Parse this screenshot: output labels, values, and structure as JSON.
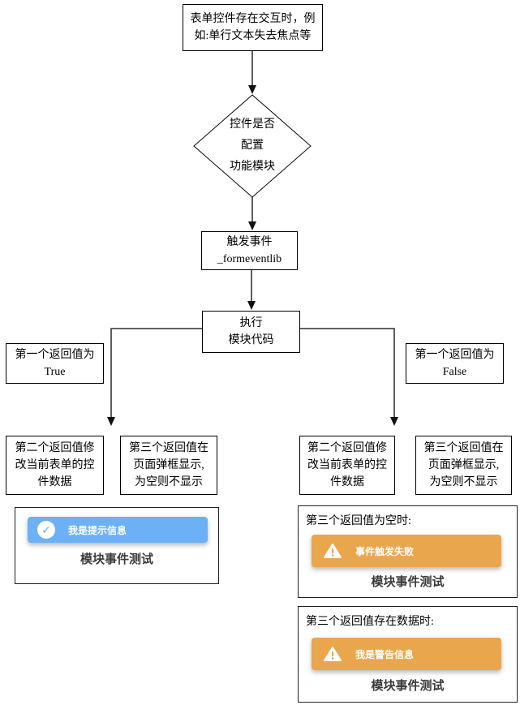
{
  "colors": {
    "info_blue": "#6cb1f6",
    "warn_orange": "#e9a64d",
    "caption_text": "#3b3b3b",
    "node_border": "#000000"
  },
  "flowchart": {
    "start": [
      "表单控件存在交互时，例",
      "如:单行文本失去焦点等"
    ],
    "decision": [
      "控件是否",
      "配置",
      "功能模块"
    ],
    "trigger": [
      "触发事件",
      "_formeventlib"
    ],
    "execute": [
      "执行",
      "模块代码"
    ],
    "return_true": [
      "第一个返回值为",
      "True"
    ],
    "return_false": [
      "第一个返回值为",
      "False"
    ],
    "modify_box": [
      "第二个返回值修",
      "改当前表单的控",
      "件数据"
    ],
    "popup_box": [
      "第三个返回值在",
      "页面弹框显示,",
      "为空则不显示"
    ]
  },
  "panels": {
    "success": {
      "toast_text": "我是提示信息",
      "caption": "模块事件测试"
    },
    "warn_empty": {
      "title": "第三个返回值为空时:",
      "toast_text": "事件触发失败",
      "caption": "模块事件测试"
    },
    "warn_data": {
      "title": "第三个返回值存在数据时:",
      "toast_text": "我是警告信息",
      "caption": "模块事件测试"
    }
  },
  "icons": {
    "check": "✓",
    "warning": "!"
  }
}
